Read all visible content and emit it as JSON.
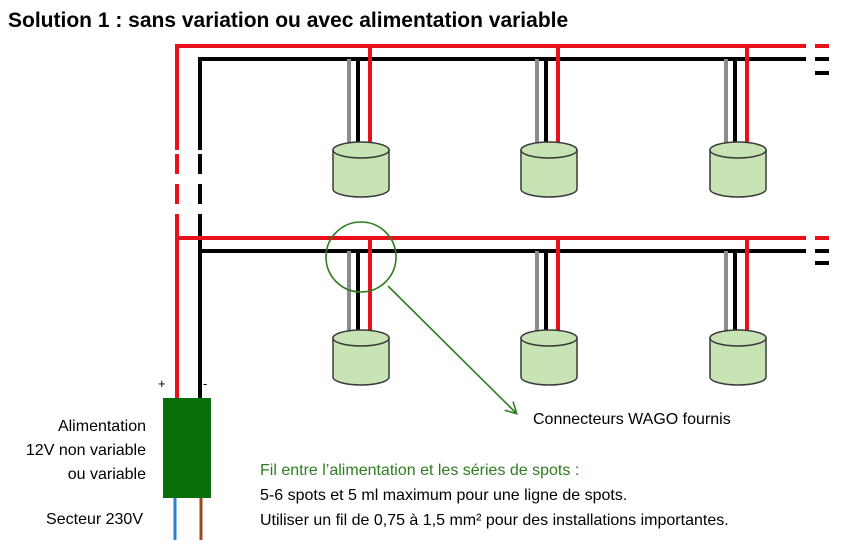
{
  "title": "Solution 1 : sans variation ou avec alimentation variable",
  "polarity": {
    "plus": "+",
    "minus": "-"
  },
  "power_supply": {
    "line1": "Alimentation",
    "line2": "12V non variable",
    "line3": "ou variable"
  },
  "mains_label": "Secteur 230V",
  "connector_note": "Connecteurs WAGO fournis",
  "wiring_note": {
    "heading": "Fil entre l’alimentation et les séries de spots :",
    "line1": "5-6 spots et 5 ml maximum pour une ligne de spots.",
    "line2": "Utiliser un fil de 0,75 à 1,5 mm² pour des installations importantes."
  },
  "colors": {
    "positive_wire": "#e8101a",
    "negative_wire": "#000000",
    "spot_tail": "#8c8c8c",
    "spot_fill": "#c8e3b4",
    "spot_stroke": "#3a3a3a",
    "power_supply": "#0a6e0a",
    "mains_blue": "#2f7fd1",
    "mains_brown": "#9a4a1c",
    "annotation": "#2e7d1f"
  },
  "icons": [
    "spot-light-icon",
    "wago-connector-highlight",
    "annotation-arrow"
  ]
}
